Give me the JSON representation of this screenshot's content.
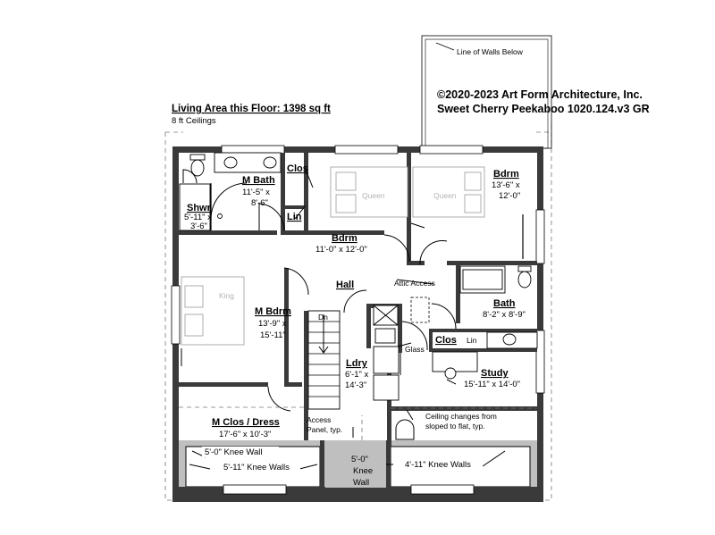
{
  "header": {
    "copyright": "©2020-2023 Art Form Architecture, Inc.",
    "plan_name": "Sweet Cherry Peekaboo 1020.124.v3 GR",
    "living_area": "Living Area this Floor: 1398 sq ft",
    "ceilings": "8 ft Ceilings"
  },
  "notes": {
    "line_of_walls_below": "Line of Walls Below",
    "attic_access": "Attic Access",
    "glass": "Glass",
    "access_panel_1": "Access",
    "access_panel_2": "Panel, typ.",
    "ceiling_changes_1": "Ceiling changes from",
    "ceiling_changes_2": "sloped to flat, typ.",
    "dn": "Dn"
  },
  "rooms": {
    "m_bath": {
      "name": "M Bath",
      "dim1": "11'-5\" x",
      "dim2": "8'-6\""
    },
    "shwr": {
      "name": "Shwr",
      "dim1": "5'-11\" x",
      "dim2": "3'-6\""
    },
    "clos1": {
      "name": "Clos"
    },
    "lin1": {
      "name": "Lin"
    },
    "bdrm_center": {
      "name": "Bdrm",
      "dim1": "11'-0\" x 12'-0\""
    },
    "bdrm_right": {
      "name": "Bdrm",
      "dim1": "13'-6\" x",
      "dim2": "12'-0\""
    },
    "hall": {
      "name": "Hall"
    },
    "m_bdrm": {
      "name": "M Bdrm",
      "dim1": "13'-9\" x",
      "dim2": "15'-11\""
    },
    "ldry": {
      "name": "Ldry",
      "dim1": "6'-1\" x",
      "dim2": "14'-3\""
    },
    "bath": {
      "name": "Bath",
      "dim1": "8'-2\" x 8'-9\""
    },
    "clos2": {
      "name": "Clos"
    },
    "lin2": {
      "name": "Lin"
    },
    "study": {
      "name": "Study",
      "dim1": "15'-11\" x 14'-0\""
    },
    "m_clos": {
      "name": "M Clos / Dress",
      "dim1": "17'-6\" x 10'-3\""
    }
  },
  "knee_walls": {
    "kw1": "5'-0\" Knee Wall",
    "kw2": "5'-11\" Knee Walls",
    "kw3_1": "5'-0\"",
    "kw3_2": "Knee",
    "kw3_3": "Wall",
    "kw4": "4'-11\" Knee Walls"
  },
  "beds": {
    "king": "King",
    "queen1": "Queen",
    "queen2": "Queen"
  }
}
